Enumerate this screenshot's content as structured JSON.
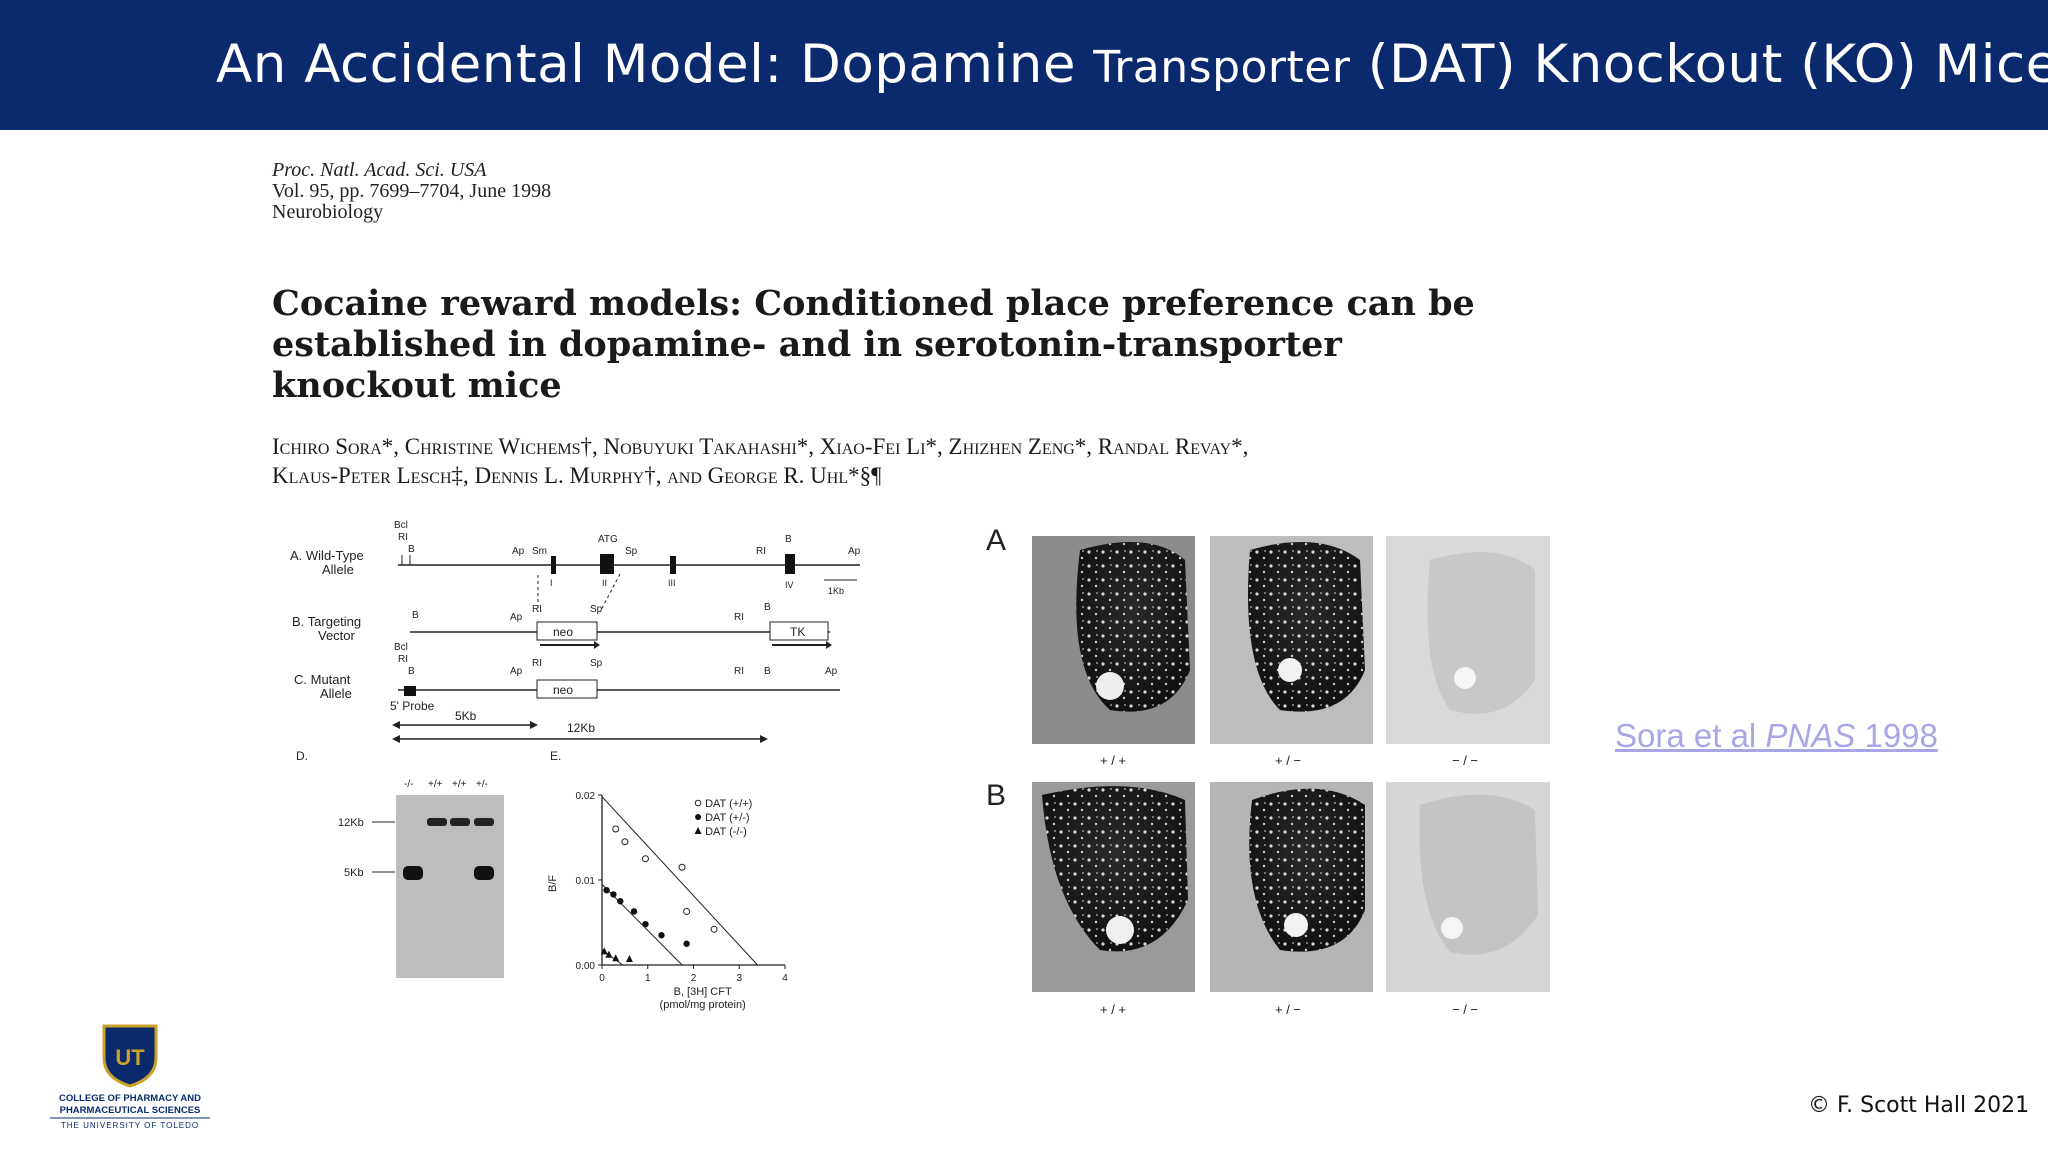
{
  "slide": {
    "title_part1": "An Accidental Model: Dopamine ",
    "title_part2": "Transporter",
    "title_part3": " (DAT) Knockout (KO) Mice"
  },
  "paper": {
    "journal_line1": "Proc. Natl. Acad. Sci. USA",
    "journal_line2": "Vol. 95, pp. 7699–7704, June 1998",
    "journal_line3": "Neurobiology",
    "title_line1": "Cocaine reward models: Conditioned place preference can be",
    "title_line2": "established in dopamine- and in serotonin-transporter",
    "title_line3": "knockout mice",
    "authors_line1": "Ichiro Sora*, Christine Wichems†, Nobuyuki Takahashi*, Xiao-Fei Li*, Zhizhen Zeng*, Randal Revay*,",
    "authors_line2": "Klaus-Peter Lesch‡, Dennis L. Murphy†, and George R. Uhl*§¶"
  },
  "figure_left": {
    "row_a": "A. Wild-Type",
    "row_a2": "Allele",
    "row_b": "B. Targeting",
    "row_b2": "Vector",
    "row_c": "C. Mutant",
    "row_c2": "Allele",
    "probe": "5' Probe",
    "kb5": "5Kb",
    "kb12": "12Kb",
    "kb1": "1Kb",
    "neo": "neo",
    "tk": "TK",
    "atg": "ATG",
    "site_bcl": "Bcl",
    "site_ri": "RI",
    "site_b": "B",
    "site_ap": "Ap",
    "site_sm": "Sm",
    "site_sp": "Sp",
    "exon_i": "I",
    "exon_ii": "II",
    "exon_iii": "III",
    "exon_iv": "IV",
    "panel_d": "D.",
    "panel_e": "E.",
    "blot_lanes": [
      "-/-",
      "+/+",
      "+/+",
      "+/-"
    ],
    "blot_12kb": "12Kb",
    "blot_5kb": "5Kb"
  },
  "chart_data": {
    "type": "scatter",
    "xlabel": "B, [3H] CFT",
    "xlabel2": "(pmol/mg protein)",
    "ylabel": "B/F",
    "xlim": [
      0,
      4
    ],
    "ylim": [
      0,
      0.02
    ],
    "x_ticks": [
      "0",
      "1",
      "2",
      "3",
      "4"
    ],
    "y_ticks": [
      "0.00",
      "0.01",
      "0.02"
    ],
    "legend_position": "top-right",
    "series": [
      {
        "name": "DAT (+/+)",
        "marker": "open-circle",
        "points": [
          [
            0.3,
            0.016
          ],
          [
            0.5,
            0.0145
          ],
          [
            0.95,
            0.0125
          ],
          [
            1.75,
            0.0115
          ],
          [
            1.85,
            0.0063
          ],
          [
            2.45,
            0.0042
          ]
        ],
        "fit": [
          [
            0,
            0.0198
          ],
          [
            3.4,
            0
          ]
        ]
      },
      {
        "name": "DAT (+/-)",
        "marker": "filled-circle",
        "points": [
          [
            0.1,
            0.0088
          ],
          [
            0.25,
            0.0083
          ],
          [
            0.4,
            0.0075
          ],
          [
            0.7,
            0.0063
          ],
          [
            0.95,
            0.0048
          ],
          [
            1.3,
            0.0035
          ],
          [
            1.85,
            0.0025
          ]
        ],
        "fit": [
          [
            0,
            0.0095
          ],
          [
            1.75,
            0
          ]
        ]
      },
      {
        "name": "DAT (-/-)",
        "marker": "filled-triangle",
        "points": [
          [
            0.05,
            0.0016
          ],
          [
            0.15,
            0.0012
          ],
          [
            0.3,
            0.0008
          ],
          [
            0.6,
            0.0007
          ]
        ],
        "fit": [
          [
            0,
            0.0018
          ],
          [
            0.45,
            0
          ]
        ]
      }
    ]
  },
  "figure_right": {
    "label_a": "A",
    "label_b": "B",
    "genotypes": [
      "+ / +",
      "+ / −",
      "− / −"
    ]
  },
  "citation": {
    "text_before": "Sora et al ",
    "text_italic": "PNAS",
    "text_after": " 1998"
  },
  "logo": {
    "letters": "UT",
    "line1": "COLLEGE OF PHARMACY AND",
    "line2": "PHARMACEUTICAL SCIENCES",
    "line3": "THE UNIVERSITY OF TOLEDO"
  },
  "footer": {
    "copyright": "© F. Scott Hall 2021"
  },
  "colors": {
    "header_bg": "#0b2a6e",
    "citation_link": "#a9a6e6"
  }
}
